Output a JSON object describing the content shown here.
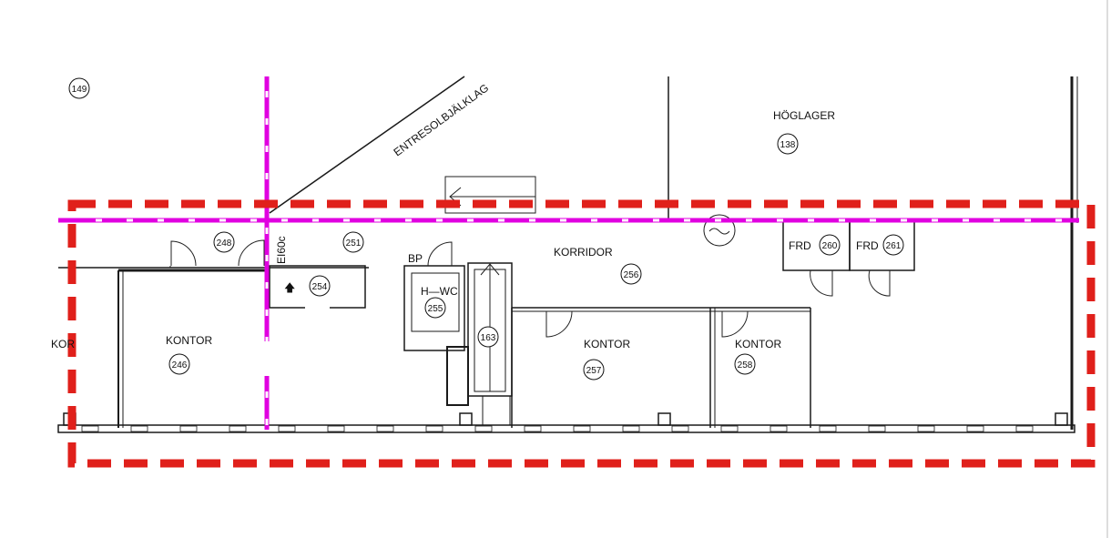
{
  "plan": {
    "rooms": [
      {
        "name": "HÖGLAGER",
        "number": "138"
      },
      {
        "name": "KONTOR",
        "number": "246"
      },
      {
        "name": "KORRIDOR",
        "number": "256"
      },
      {
        "name": "KONTOR",
        "number": "257"
      },
      {
        "name": "KONTOR",
        "number": "258"
      },
      {
        "name": "H—WC",
        "number": "255"
      },
      {
        "name": "FRD",
        "number": "260"
      },
      {
        "name": "FRD",
        "number": "261"
      }
    ],
    "numbers": {
      "n149": "149",
      "n248": "248",
      "n251": "251",
      "n254": "254",
      "n163": "163"
    },
    "labels": {
      "entresol": "ENTRESOLBJÄLKLAG",
      "fire_class": "EI60c",
      "bp": "BP",
      "cut_kontor": "KOR"
    },
    "colors": {
      "wall": "#1a1a1a",
      "fire_line": "#e000e0",
      "boundary": "#e0201b",
      "background": "#ffffff"
    }
  }
}
